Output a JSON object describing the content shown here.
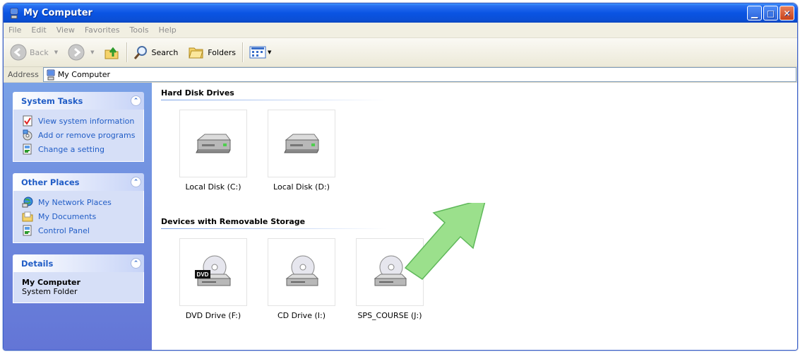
{
  "window": {
    "title": "My Computer"
  },
  "menu": [
    "File",
    "Edit",
    "View",
    "Favorites",
    "Tools",
    "Help"
  ],
  "toolbar": {
    "back": "Back",
    "search": "Search",
    "folders": "Folders"
  },
  "address": {
    "label": "Address",
    "value": "My Computer"
  },
  "sidebar": {
    "system_tasks": {
      "title": "System Tasks",
      "items": [
        "View system information",
        "Add or remove programs",
        "Change a setting"
      ]
    },
    "other_places": {
      "title": "Other Places",
      "items": [
        "My Network Places",
        "My Documents",
        "Control Panel"
      ]
    },
    "details": {
      "title": "Details",
      "name": "My Computer",
      "type": "System Folder"
    }
  },
  "groups": {
    "hard_disks": {
      "title": "Hard Disk Drives",
      "items": [
        "Local Disk (C:)",
        "Local Disk (D:)"
      ]
    },
    "removable": {
      "title": "Devices with Removable Storage",
      "items": [
        "DVD Drive (F:)",
        "CD Drive (I:)",
        "SPS_COURSE (J:)"
      ]
    }
  },
  "icons": {
    "title": "my-computer-icon",
    "back": "back-arrow-icon",
    "forward": "forward-arrow-icon",
    "up": "up-folder-icon",
    "search": "magnifier-icon",
    "folders": "folders-icon",
    "views": "views-icon",
    "hdd": "hard-disk-icon",
    "dvd": "dvd-drive-icon",
    "cd": "cd-drive-icon"
  },
  "colors": {
    "title_bar": "#0a54e3",
    "sidebar": "#7aa1e6",
    "link": "#215dc6",
    "arrow": "#9be08c"
  }
}
